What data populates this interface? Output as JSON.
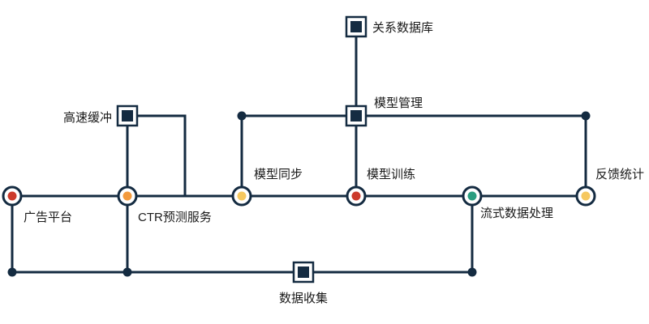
{
  "colors": {
    "line": "#142b41",
    "red": "#cc3a2b",
    "orange": "#f39a3c",
    "yellow": "#f6c85f",
    "teal": "#2a9d7f"
  },
  "nodes": {
    "guanxi_db": {
      "label": "关系数据库",
      "shape": "square-icon"
    },
    "moxing_guanli": {
      "label": "模型管理",
      "shape": "square-icon"
    },
    "gaosu_huanchong": {
      "label": "高速缓冲",
      "shape": "square-icon"
    },
    "shuju_shouji": {
      "label": "数据收集",
      "shape": "square-icon"
    },
    "guanggao_pingtai": {
      "label": "广告平台",
      "shape": "circle-icon",
      "color": "red"
    },
    "ctr_service": {
      "label": "CTR预测服务",
      "shape": "circle-icon",
      "color": "orange"
    },
    "moxing_tongbu": {
      "label": "模型同步",
      "shape": "circle-icon",
      "color": "yellow"
    },
    "moxing_xunlian": {
      "label": "模型训练",
      "shape": "circle-icon",
      "color": "red"
    },
    "liushi_chuli": {
      "label": "流式数据处理",
      "shape": "circle-icon",
      "color": "teal"
    },
    "fankui_tongji": {
      "label": "反馈统计",
      "shape": "circle-icon",
      "color": "yellow"
    }
  }
}
